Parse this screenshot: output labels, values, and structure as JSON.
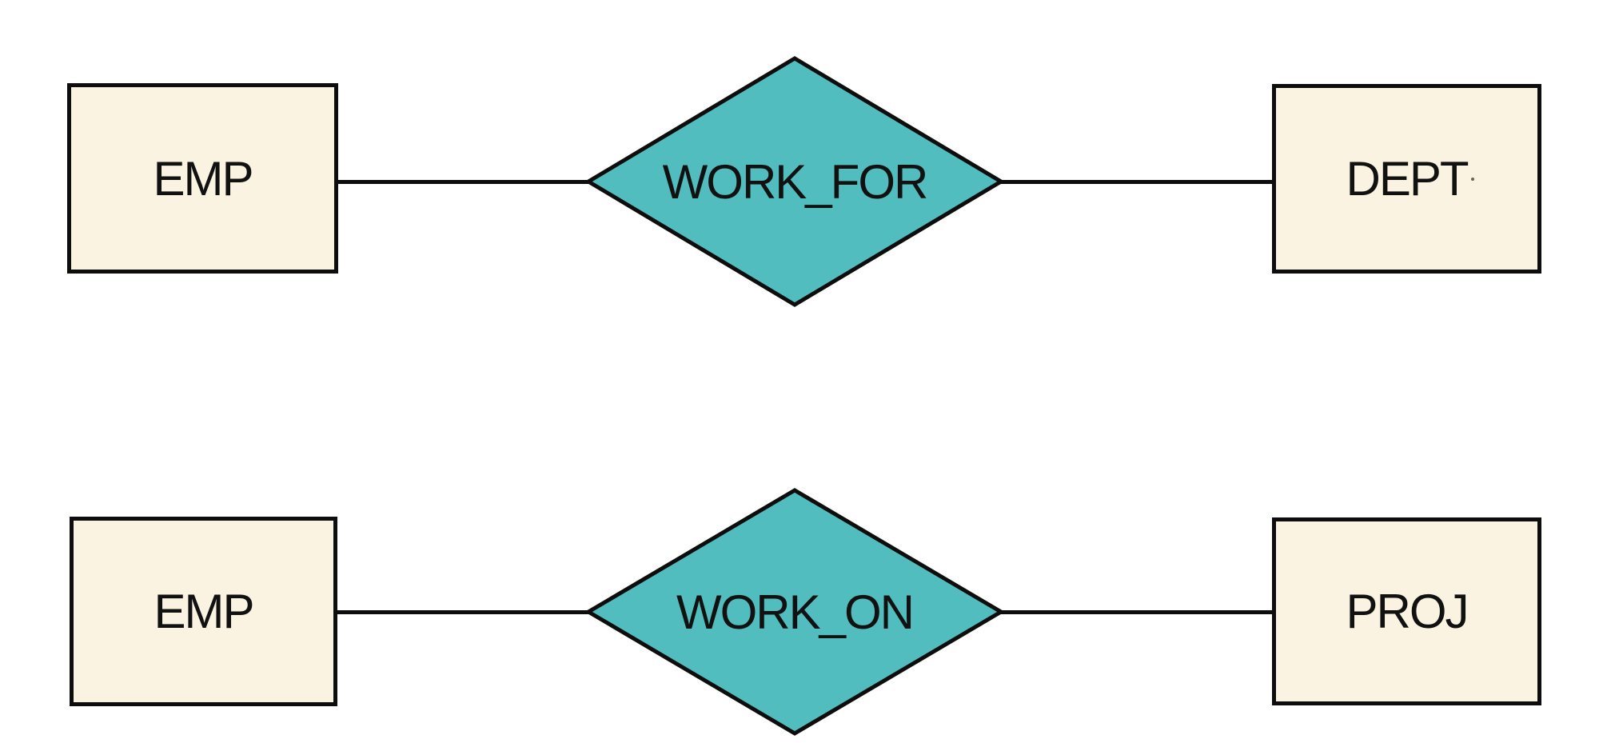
{
  "diagram": {
    "type": "entity-relationship",
    "background_color": "#ffffff",
    "colors": {
      "entity_fill": "#faf3e1",
      "relationship_fill": "#52bdbe",
      "stroke": "#0d0d0d",
      "text": "#111111"
    },
    "rows": [
      {
        "left_entity": "EMP",
        "relationship": "WORK_FOR",
        "right_entity": "DEPT"
      },
      {
        "left_entity": "EMP",
        "relationship": "WORK_ON",
        "right_entity": "PROJ"
      }
    ]
  }
}
